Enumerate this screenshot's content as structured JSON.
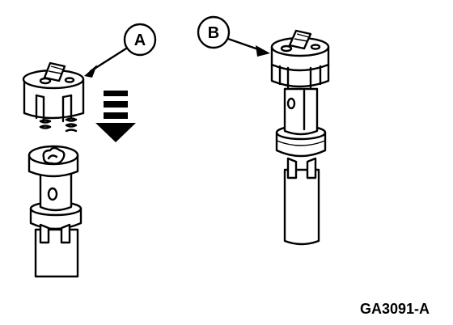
{
  "callouts": {
    "a": {
      "label": "A"
    },
    "b": {
      "label": "B"
    }
  },
  "figure_code": "GA3091-A",
  "colors": {
    "ink": "#000000",
    "paper": "#ffffff"
  }
}
